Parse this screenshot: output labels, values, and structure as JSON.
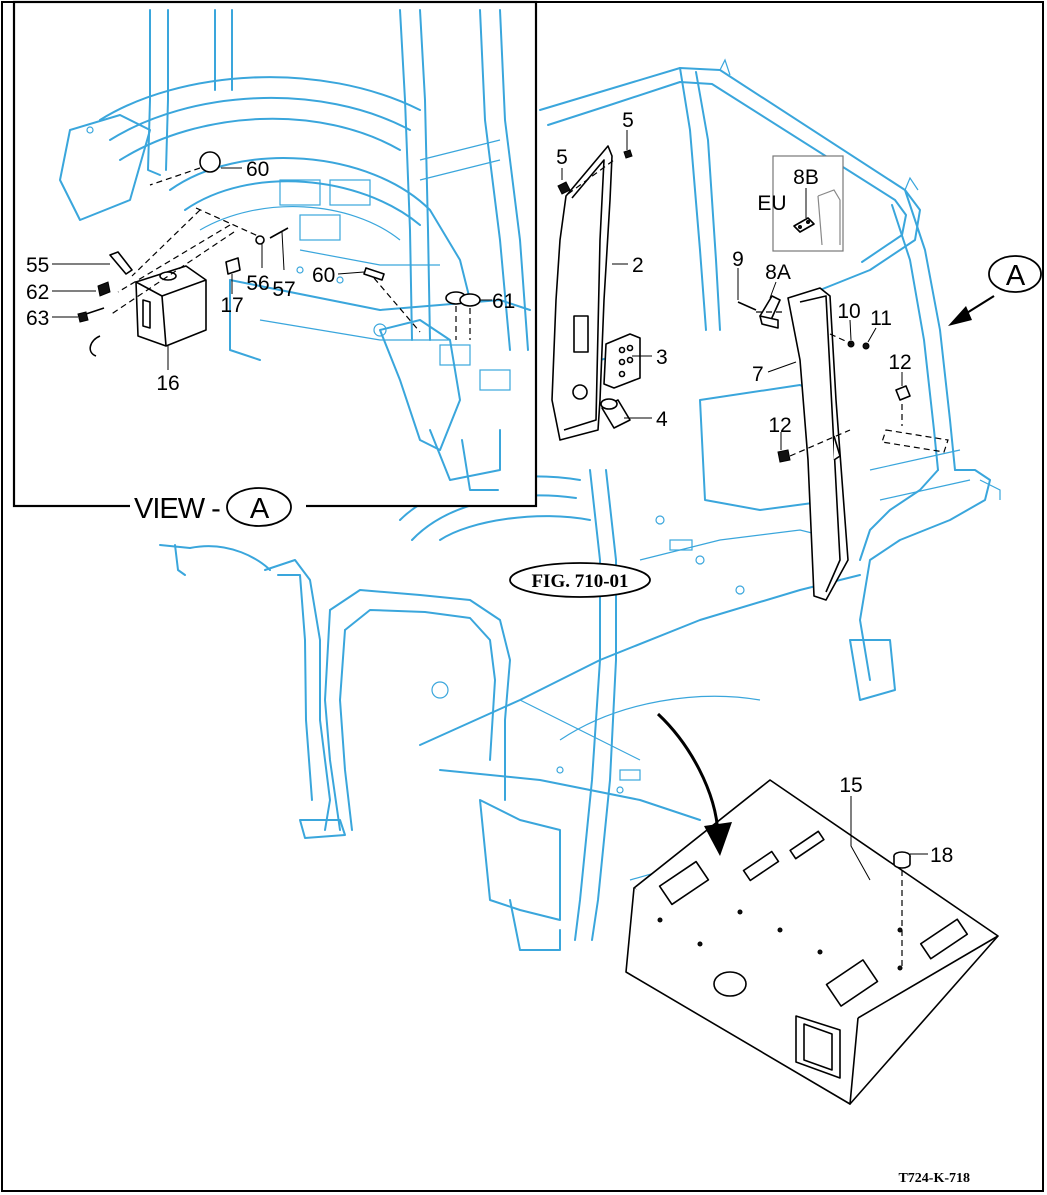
{
  "figure_code": "T724-K-718",
  "fig_reference": "FIG. 710-01",
  "view": {
    "prefix": "VIEW -",
    "letter": "A"
  },
  "view_callout_letter": "A",
  "variant_box": {
    "region": "EU",
    "part": "8B"
  },
  "colors": {
    "cab_line": "#3aa6dc",
    "part_line": "#000000",
    "background": "#ffffff"
  },
  "parts": {
    "p2": "2",
    "p3": "3",
    "p4": "4",
    "p5a": "5",
    "p5b": "5",
    "p7": "7",
    "p8a": "8A",
    "p9": "9",
    "p10": "10",
    "p11": "11",
    "p12a": "12",
    "p12b": "12",
    "p15": "15",
    "p18": "18",
    "p16": "16",
    "p17": "17",
    "p55": "55",
    "p56": "56",
    "p57": "57",
    "p60a": "60",
    "p60b": "60",
    "p61": "61",
    "p62": "62",
    "p63": "63"
  }
}
